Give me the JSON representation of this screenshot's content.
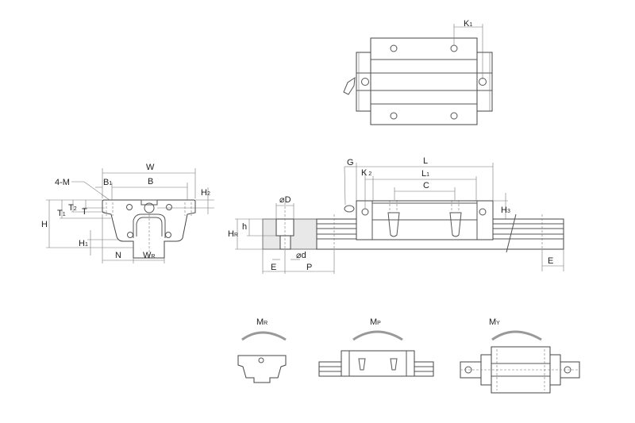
{
  "top_view": {
    "k1": {
      "main": "K",
      "sub": "1"
    }
  },
  "front_view": {
    "w": "W",
    "b": "B",
    "b1": {
      "main": "B",
      "sub": "1"
    },
    "mounting": "4-M",
    "h": "H",
    "t": "T",
    "t1": {
      "main": "T",
      "sub": "1"
    },
    "t2": {
      "main": "T",
      "sub": "2"
    },
    "h1": {
      "main": "H",
      "sub": "1"
    },
    "h2": {
      "main": "H",
      "sub": "2"
    },
    "n": "N",
    "wr": {
      "main": "W",
      "sub": "R"
    }
  },
  "side_view": {
    "g": "G",
    "l": "L",
    "l1": {
      "main": "L",
      "sub": "1"
    },
    "k2": {
      "main": "K",
      "sub": "2"
    },
    "c": "C",
    "h3": {
      "main": "H",
      "sub": "3"
    },
    "hr": {
      "main": "H",
      "sub": "R"
    },
    "h_small": "h",
    "od": "⌀D",
    "d": "⌀d",
    "e_left": "E",
    "p": "P",
    "e_right": "E"
  },
  "moments": {
    "mr": {
      "main": "M",
      "sub": "R"
    },
    "mp": {
      "main": "M",
      "sub": "P"
    },
    "my": {
      "main": "M",
      "sub": "Y"
    }
  }
}
